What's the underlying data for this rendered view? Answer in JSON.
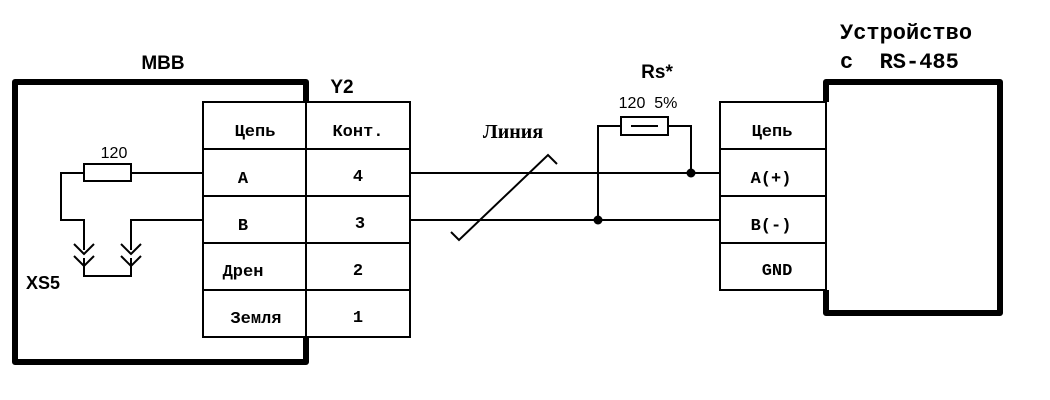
{
  "left_unit": {
    "title": "МВВ",
    "connector_label": "Y2",
    "socket_label": "XS5",
    "terminator": {
      "value": "120"
    },
    "table": {
      "header": [
        "Цепь",
        "Конт."
      ],
      "rows": [
        {
          "circuit": "A",
          "contact": "4"
        },
        {
          "circuit": "B",
          "contact": "3"
        },
        {
          "circuit": "Дрен",
          "contact": "2"
        },
        {
          "circuit": "Земля",
          "contact": "1"
        }
      ]
    }
  },
  "line": {
    "label": "Линия"
  },
  "resistor_rs": {
    "label": "Rs*",
    "value": "120  5%"
  },
  "right_unit": {
    "title_line1": "Устройство",
    "title_line2": "с  RS-485",
    "table": {
      "header": "Цепь",
      "rows": [
        "A(+)",
        "B(-)",
        "GND"
      ]
    }
  }
}
